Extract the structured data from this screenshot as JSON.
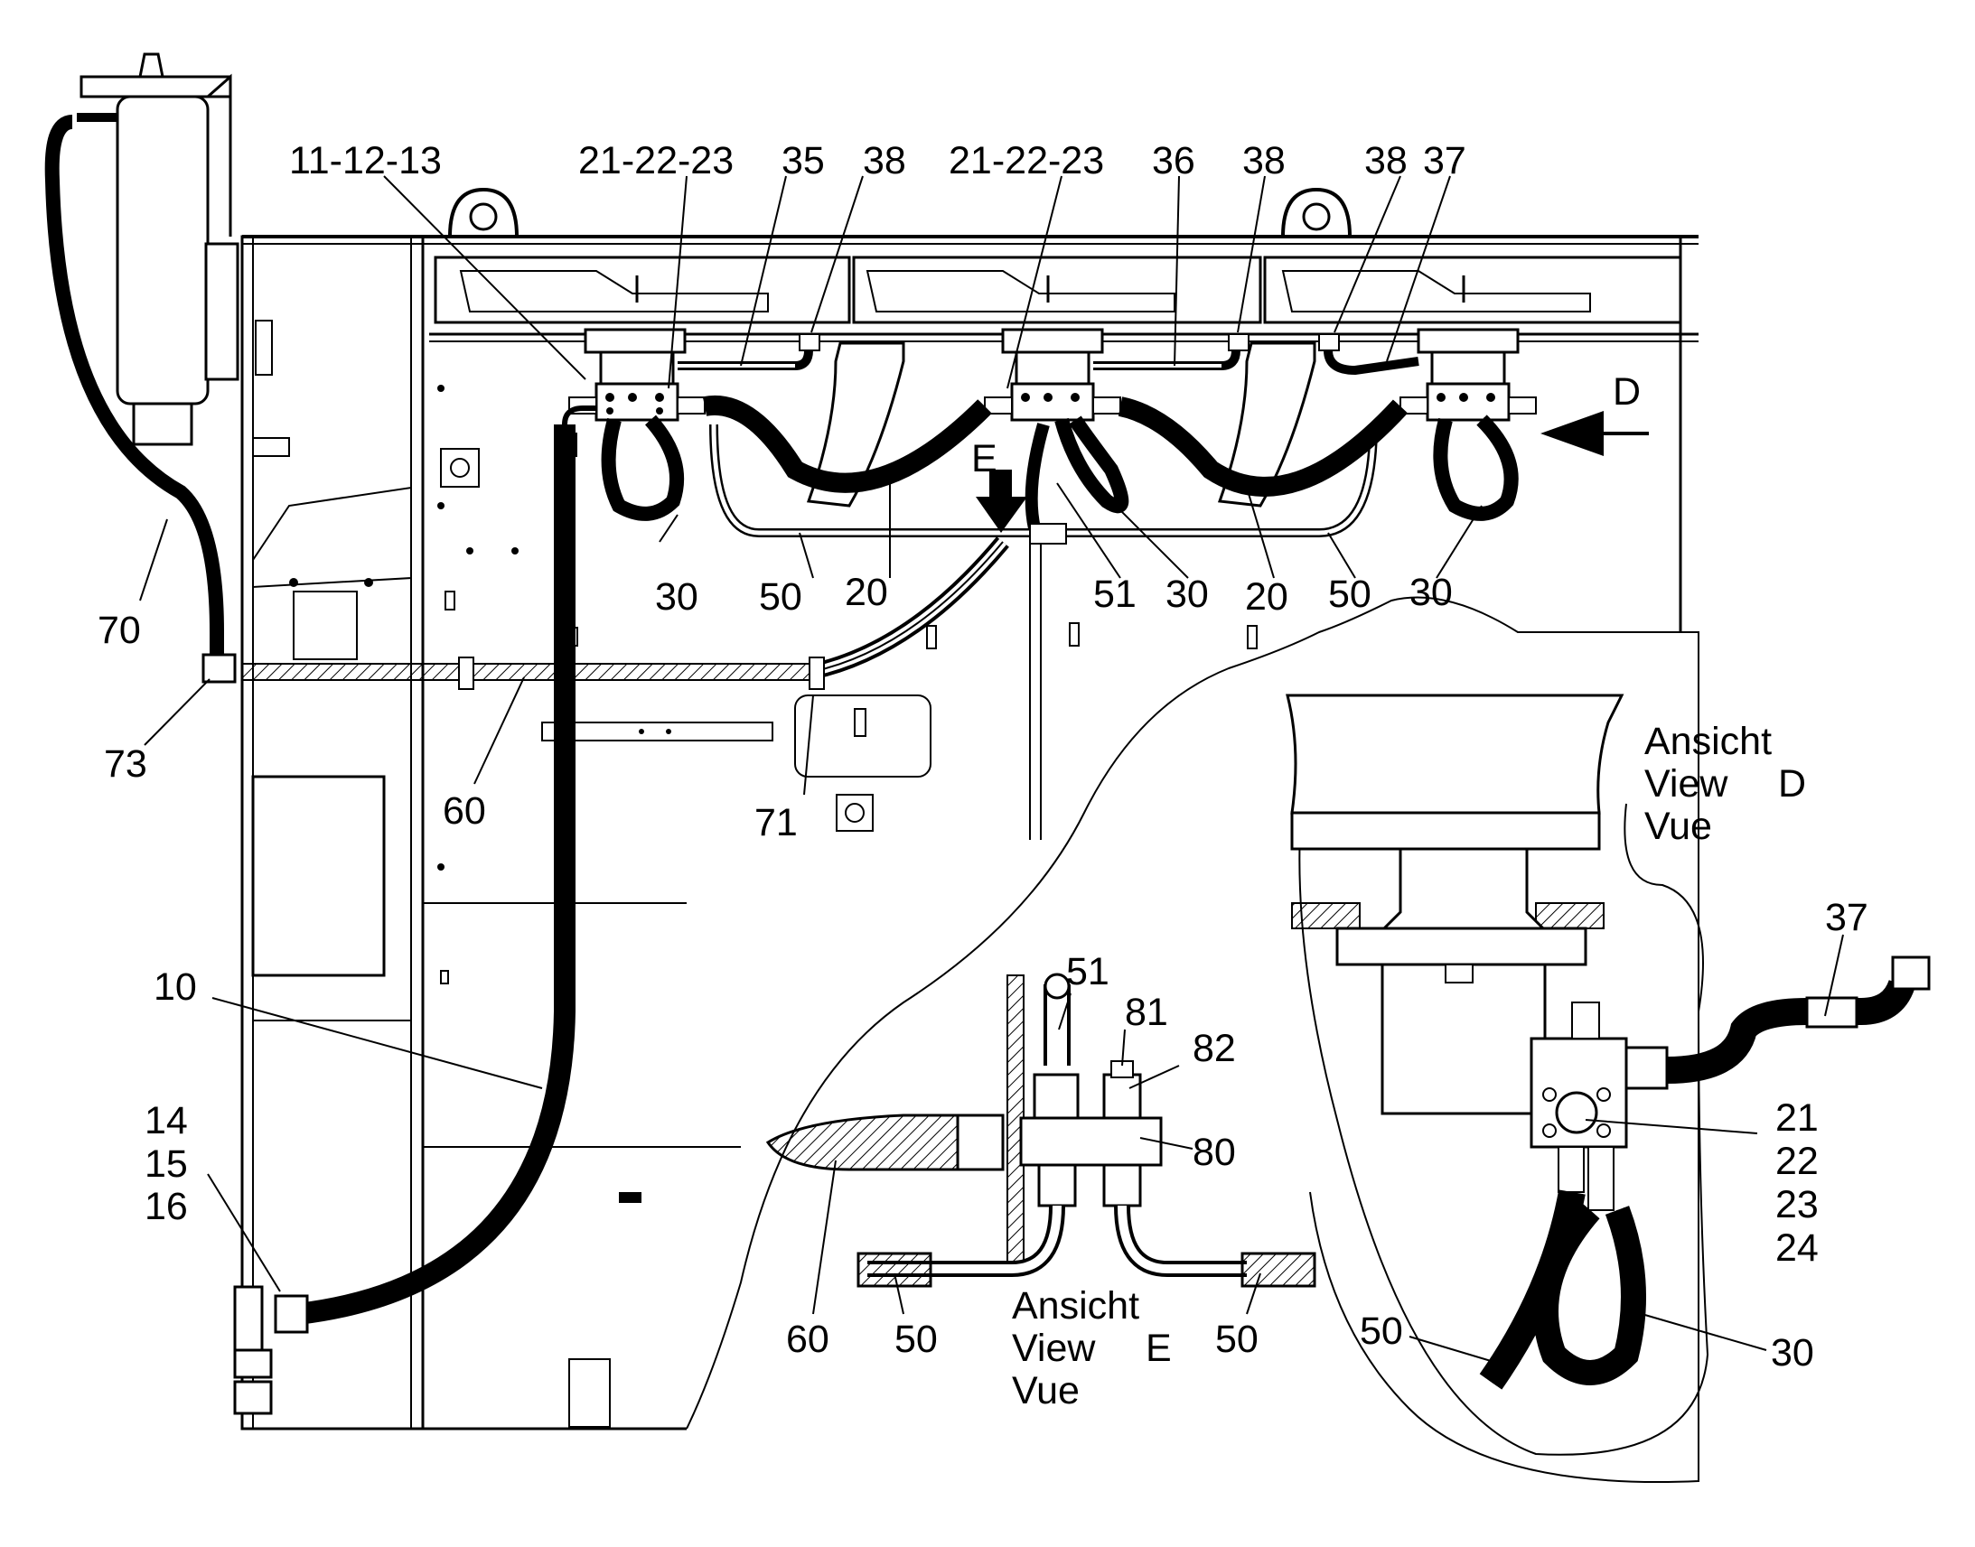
{
  "labels": {
    "p11_12_13": "11-12-13",
    "p21_22_23_a": "21-22-23",
    "p35": "35",
    "p38_a": "38",
    "p21_22_23_b": "21-22-23",
    "p36": "36",
    "p38_b": "38",
    "p38_c": "38",
    "p37_top": "37",
    "pD_arrow": "D",
    "pE_arrow": "E",
    "p30_a": "30",
    "p50_a": "50",
    "p20_a": "20",
    "p51_top": "51",
    "p30_b": "30",
    "p20_b": "20",
    "p50_b": "50",
    "p30_c": "30",
    "p70": "70",
    "p73": "73",
    "p60_top": "60",
    "p71": "71",
    "p10": "10",
    "p14": "14",
    "p15": "15",
    "p16": "16",
    "p51_e": "51",
    "p81": "81",
    "p82": "82",
    "p80": "80",
    "p60_e": "60",
    "p50_e1": "50",
    "p50_e2": "50",
    "p37_d": "37",
    "p21_d": "21",
    "p22_d": "22",
    "p23_d": "23",
    "p24_d": "24",
    "p50_d": "50",
    "p30_d": "30"
  },
  "views": {
    "view_d": {
      "line1": "Ansicht",
      "line2": "View",
      "letter": "D",
      "line3": "Vue"
    },
    "view_e": {
      "line1": "Ansicht",
      "line2": "View",
      "letter": "E",
      "line3": "Vue"
    }
  }
}
